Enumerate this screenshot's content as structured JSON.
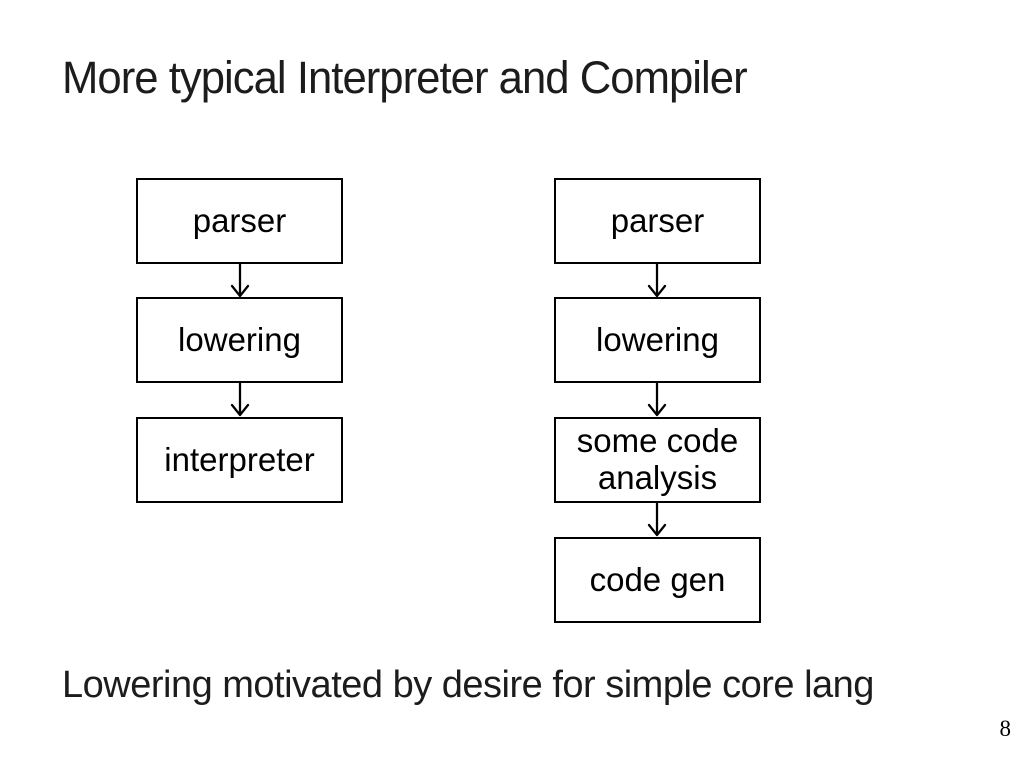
{
  "slide": {
    "title": "More typical Interpreter and Compiler",
    "footnote": "Lowering motivated by desire for simple core lang",
    "page_number": "8"
  },
  "diagrams": {
    "interpreter_pipeline": {
      "boxes": [
        {
          "label": "parser"
        },
        {
          "label": "lowering"
        },
        {
          "label": "interpreter"
        }
      ]
    },
    "compiler_pipeline": {
      "boxes": [
        {
          "label": "parser"
        },
        {
          "label": "lowering"
        },
        {
          "label": "some code analysis"
        },
        {
          "label": "code gen"
        }
      ]
    }
  },
  "icons": {
    "flow_arrow": "down-arrow"
  },
  "colors": {
    "background": "#ffffff",
    "stroke": "#000000",
    "title_text": "#1c1c1c"
  }
}
